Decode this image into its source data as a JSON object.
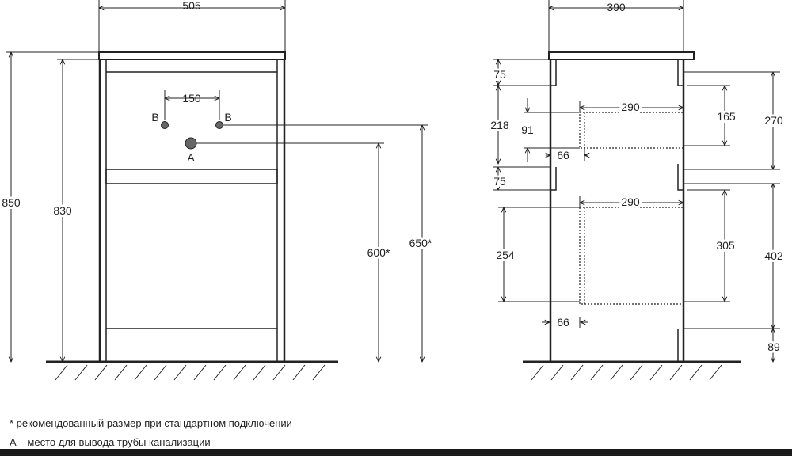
{
  "front_view": {
    "overall_width": "505",
    "pipe_spacing": "150",
    "pipe_left_label": "B",
    "pipe_right_label": "B",
    "drain_label": "A",
    "total_height": "850",
    "body_height": "830",
    "drain_height": "600*",
    "pipe_height": "650*"
  },
  "side_view": {
    "overall_depth": "390",
    "top_gap": "75",
    "top_drawer_height": "218",
    "top_drawer_inner": "91",
    "top_drawer_depth": "290",
    "top_drawer_offset": "66",
    "mid_gap": "75",
    "bottom_drawer_depth": "290",
    "bottom_drawer_height": "254",
    "bottom_drawer_offset": "66",
    "right_upper_inner": "165",
    "right_upper_height": "270",
    "right_lower_inner": "305",
    "right_lower_height": "402",
    "leg_height": "89"
  },
  "notes": {
    "recommended": "* рекомендованный размер при стандартном подключении",
    "drain_place": "A – место для вывода трубы канализации"
  },
  "colors": {
    "line": "#222222",
    "ink": "#222222",
    "pipe": "#666666",
    "bar": "#1a1a1a"
  }
}
